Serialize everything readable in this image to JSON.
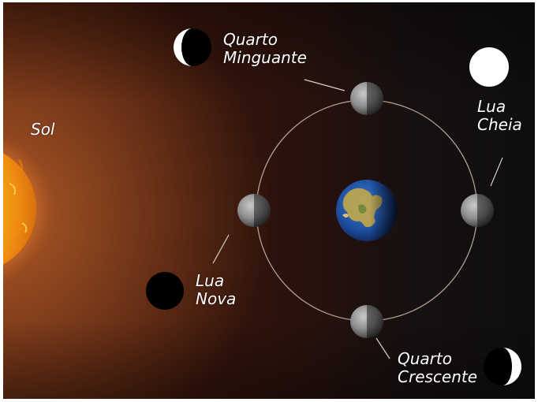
{
  "labels": {
    "sun": "Sol",
    "waning": {
      "line1": "Quarto",
      "line2": "Minguante"
    },
    "full": {
      "line1": "Lua",
      "line2": "Cheia"
    },
    "new": {
      "line1": "Lua",
      "line2": "Nova"
    },
    "waxing": {
      "line1": "Quarto",
      "line2": "Crescente"
    }
  },
  "colors": {
    "sun": "#f6a51c",
    "orbit": "#c9b8a8",
    "moon_light": "#ffffff",
    "moon_dark": "#000000",
    "background_warm": "#4a1a0c",
    "background_dark": "#0e0e0f"
  },
  "icons": {
    "sun": "sun-icon",
    "earth": "earth-icon",
    "moon": "moon-icon",
    "phase_waning": "waning-quarter-icon",
    "phase_full": "full-moon-icon",
    "phase_new": "new-moon-icon",
    "phase_waxing": "waxing-quarter-icon"
  }
}
